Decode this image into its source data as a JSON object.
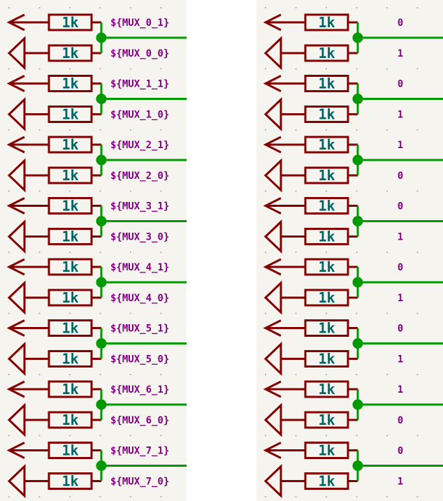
{
  "colors": {
    "symbol": "#840000",
    "value_text": "#006464",
    "wire": "#009900",
    "label": "#840084",
    "grid": "#b4b4b4"
  },
  "resistor_value": "1k",
  "left_panel": {
    "groups": [
      {
        "top": "${MUX_0_1}",
        "bottom": "${MUX_0_0}"
      },
      {
        "top": "${MUX_1_1}",
        "bottom": "${MUX_1_0}"
      },
      {
        "top": "${MUX_2_1}",
        "bottom": "${MUX_2_0}"
      },
      {
        "top": "${MUX_3_1}",
        "bottom": "${MUX_3_0}"
      },
      {
        "top": "${MUX_4_1}",
        "bottom": "${MUX_4_0}"
      },
      {
        "top": "${MUX_5_1}",
        "bottom": "${MUX_5_0}"
      },
      {
        "top": "${MUX_6_1}",
        "bottom": "${MUX_6_0}"
      },
      {
        "top": "${MUX_7_1}",
        "bottom": "${MUX_7_0}"
      }
    ]
  },
  "right_panel": {
    "groups": [
      {
        "top": "0",
        "bottom": "1"
      },
      {
        "top": "0",
        "bottom": "1"
      },
      {
        "top": "1",
        "bottom": "0"
      },
      {
        "top": "0",
        "bottom": "1"
      },
      {
        "top": "0",
        "bottom": "1"
      },
      {
        "top": "0",
        "bottom": "1"
      },
      {
        "top": "1",
        "bottom": "0"
      },
      {
        "top": "0",
        "bottom": "1"
      }
    ]
  }
}
